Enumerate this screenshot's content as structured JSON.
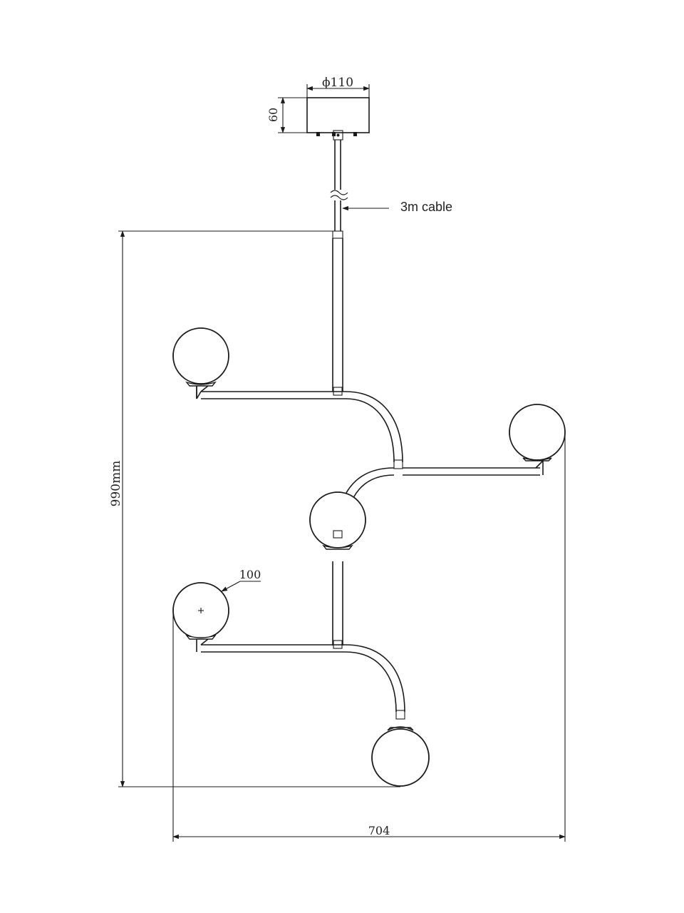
{
  "dimensions": {
    "canopy_diameter": "ϕ110",
    "canopy_height": "60",
    "total_height": "990mm",
    "total_width": "704",
    "globe_diameter": "100"
  },
  "annotations": {
    "cable": "3m cable"
  }
}
